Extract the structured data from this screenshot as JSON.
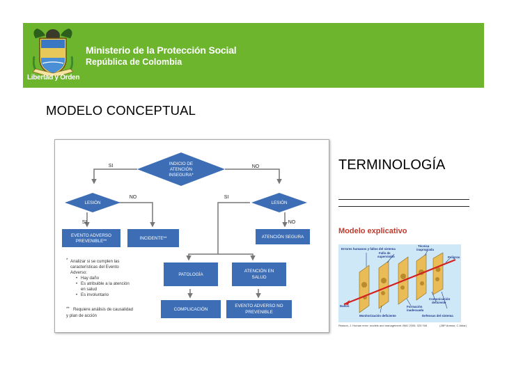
{
  "header": {
    "ministry": "Ministerio de la Protección Social",
    "republic": "República de Colombia",
    "motto": "Libertad y Orden",
    "emblem_icon": "colombia-coat-of-arms-icon",
    "banner_color": "#6cb52d"
  },
  "slide": {
    "title": "MODELO CONCEPTUAL",
    "terminology": "TERMINOLOGÍA"
  },
  "flowchart": {
    "colors": {
      "node": "#3d6eb5",
      "connector": "#777777"
    },
    "start": [
      "INDICIO DE",
      "ATENCIÓN",
      "INSEGURA*"
    ],
    "left_decision": "LESIÓN",
    "right_decision": "LESIÓN",
    "si_top": "SI",
    "no_top": "NO",
    "no_left": "NO",
    "si_mid": "SI",
    "si_left": "SI",
    "no_right": "NO",
    "evento_prevenible": [
      "EVENTO ADVERSO",
      "PREVENIBLE**"
    ],
    "incidente": "INCIDENTE**",
    "atencion_segura": "ATENCIÓN SEGURA",
    "patologia": "PATOLOGÍA",
    "atencion_salud": [
      "ATENCIÓN EN",
      "SALUD"
    ],
    "complicacion": "COMPLICACIÓN",
    "evento_no_prevenible": [
      "EVENTO ADVERSO NO",
      "PREVENIBLE"
    ],
    "note1_lines": [
      "Analizar si se cumplen las",
      "características del Evento",
      "Adverso:"
    ],
    "note1_bullets": [
      "Hay daño",
      "Es atribuible a la atención",
      "en salud",
      "Es involuntario"
    ],
    "note2_lines": [
      "Requiere análisis de causalidad",
      "y plan de acción"
    ]
  },
  "model": {
    "title": "Modelo explicativo",
    "labels": {
      "errores": "Errores humanos y fallos del sistema",
      "fallo": [
        "Fallo de",
        "supervisión"
      ],
      "tecnica": [
        "Técnica",
        "inapropiada"
      ],
      "peligros": "Peligros",
      "comunicacion": [
        "Comunicación",
        "deficiente"
      ],
      "formacion": [
        "Formación",
        "inadecuada"
      ],
      "danos": "Daños",
      "monitorizacion": "Monitorización deficiente",
      "defensas": "Defensas del sistema"
    },
    "cite_left": "Reason, J. Human error: models and management. BMJ 2000; 320:768",
    "cite_right": "(JBP Aranaz, C Aibar)"
  }
}
